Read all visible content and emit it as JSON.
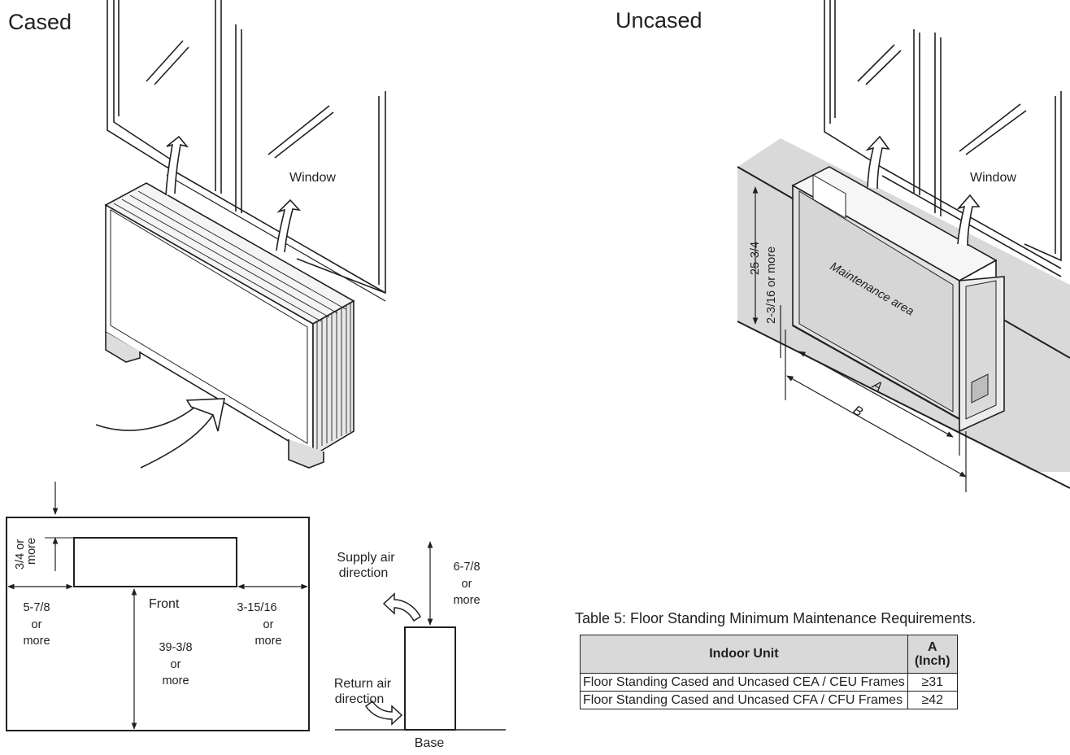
{
  "cased": {
    "title": "Cased",
    "window_label": "Window"
  },
  "uncased": {
    "title": "Uncased",
    "window_label": "Window",
    "maintenance_label": "Maintenance area",
    "dim_height": "25-3/4",
    "dim_bottom": "2-3/16 or more",
    "dim_a": "A",
    "dim_b": "B"
  },
  "plan_view": {
    "front_label": "Front",
    "top_clear": [
      "3/4 or",
      "more"
    ],
    "left_clear": [
      "5-7/8",
      "or",
      "more"
    ],
    "right_clear": [
      "3-15/16",
      "or",
      "more"
    ],
    "front_clear": [
      "39-3/8",
      "or",
      "more"
    ]
  },
  "side_view": {
    "supply_label": [
      "Supply air",
      "direction"
    ],
    "return_label": [
      "Return air",
      "direction"
    ],
    "top_clear": [
      "6-7/8",
      "or",
      "more"
    ],
    "base_label": "Base"
  },
  "table": {
    "caption": "Table 5: Floor Standing Minimum Maintenance Requirements.",
    "header_unit": "Indoor Unit",
    "header_a_line1": "A",
    "header_a_line2": "(Inch)",
    "rows": [
      {
        "unit": "Floor Standing Cased and Uncased CEA / CEU Frames",
        "a": "≥31"
      },
      {
        "unit": "Floor Standing Cased and Uncased CFA / CFU Frames",
        "a": "≥42"
      }
    ]
  }
}
